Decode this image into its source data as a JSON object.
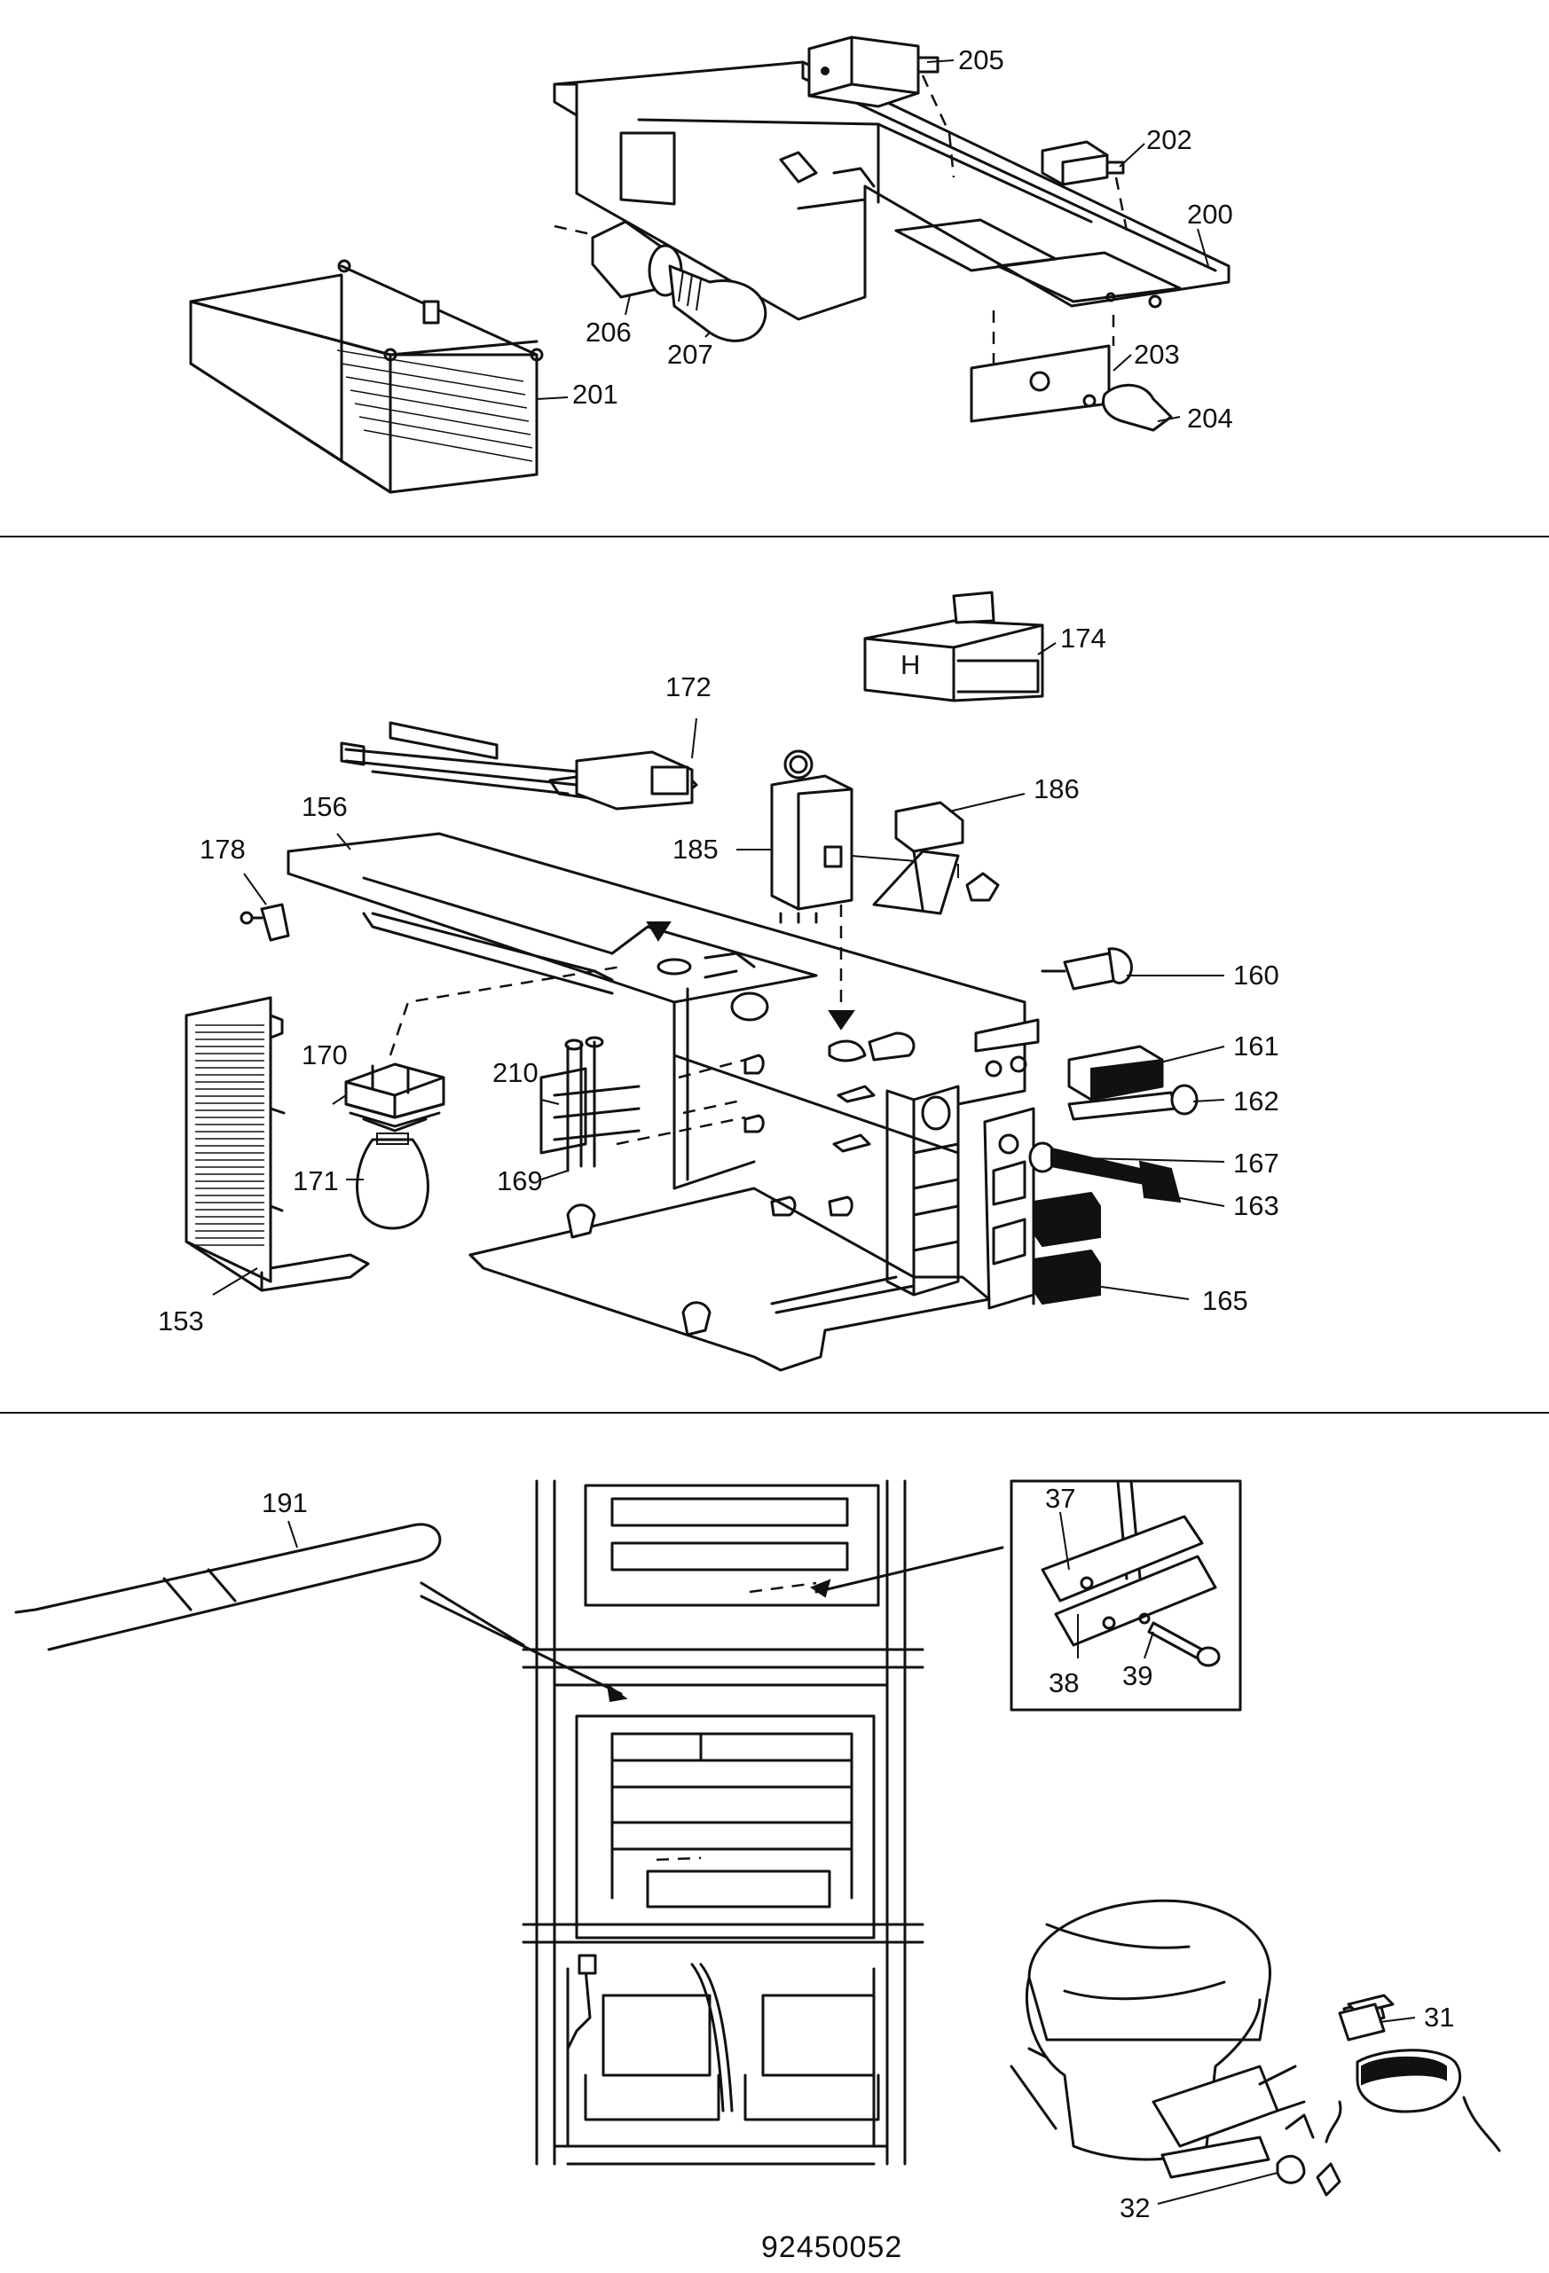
{
  "drawing_number": "92450052",
  "callouts": {
    "p200": "200",
    "p201": "201",
    "p202": "202",
    "p203": "203",
    "p204": "204",
    "p205": "205",
    "p206": "206",
    "p207": "207",
    "p153": "153",
    "p156": "156",
    "p160": "160",
    "p161": "161",
    "p162": "162",
    "p163": "163",
    "p165": "165",
    "p167": "167",
    "p169": "169",
    "p170": "170",
    "p171": "171",
    "p172": "172",
    "p174": "174",
    "p178": "178",
    "p185": "185",
    "p186": "186",
    "p210": "210",
    "p191": "191",
    "p37": "37",
    "p38": "38",
    "p39": "39",
    "p31": "31",
    "p32": "32"
  }
}
